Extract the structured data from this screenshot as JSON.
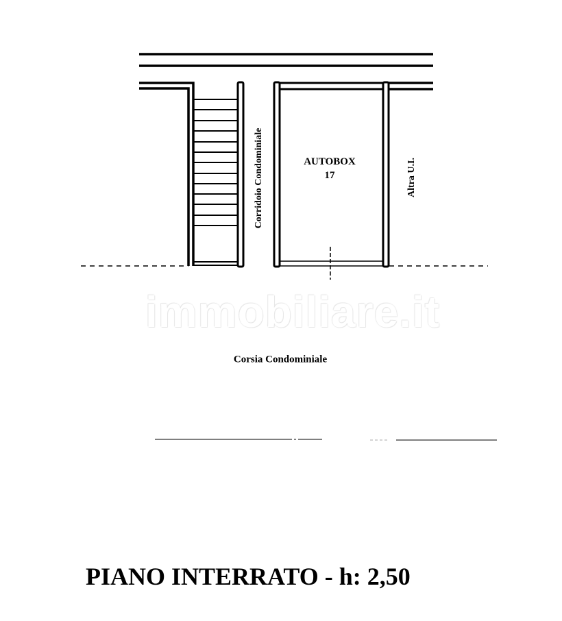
{
  "plan": {
    "floor_title": "PIANO INTERRATO - h: 2,50",
    "rooms": [
      {
        "id": "autobox",
        "label": "AUTOBOX",
        "number": "17"
      }
    ],
    "labels": {
      "corridor": "Corridoio Condominiale",
      "other_unit": "Altra U.I.",
      "driveway": "Corsia Condominiale"
    },
    "watermark": "immobiliare.it",
    "stair_treads": 13,
    "colors": {
      "line": "#000000",
      "background": "#ffffff",
      "faint_line": "#555555"
    }
  }
}
